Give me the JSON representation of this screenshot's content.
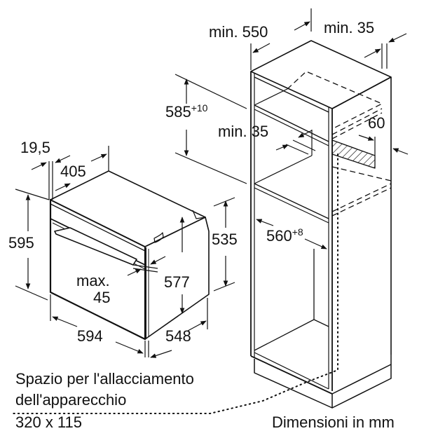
{
  "diagram": {
    "type": "installation-dimension-drawing",
    "subject": "built-in oven and tall housing cabinet",
    "units_label": "Dimensioni in mm",
    "colors": {
      "line": "#111111",
      "background": "#ffffff",
      "hatch": "#111111"
    }
  },
  "appliance": {
    "dimensions": {
      "panel_offset": "19,5",
      "top_depth": "405",
      "height_total": "595",
      "height_body": "535",
      "height_inner": "577",
      "width": "594",
      "depth": "548",
      "door_clearance_line1": "max.",
      "door_clearance_line2": "45"
    }
  },
  "cabinet": {
    "dimensions": {
      "depth_min": "min. 550",
      "rear_gap_top": "min. 35",
      "niche_height": "585",
      "niche_height_tolerance": "+10",
      "rear_gap_mid": "min. 35",
      "vent_slot": "60",
      "niche_width": "560",
      "niche_width_tolerance": "+8"
    }
  },
  "connection_note": {
    "line1": "Spazio per l'allacciamento",
    "line2": "dell'apparecchio",
    "line3": "320 x 115"
  }
}
